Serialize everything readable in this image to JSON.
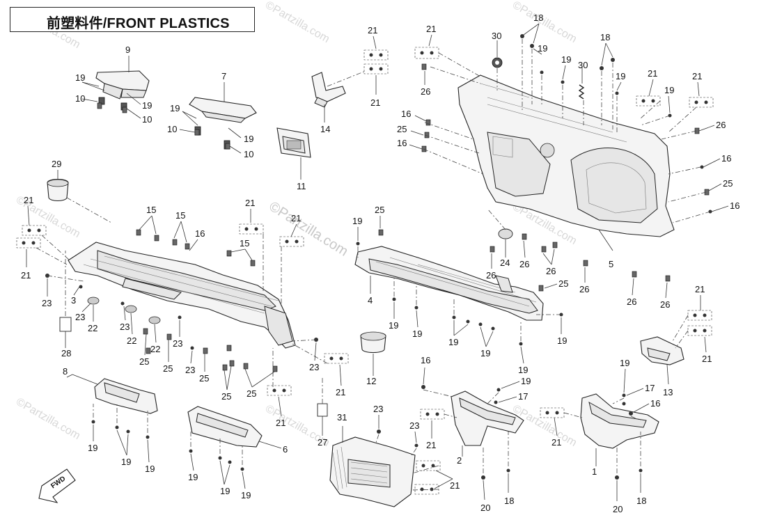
{
  "title": "前塑料件/FRONT PLASTICS",
  "watermark": "©Partzilla.com",
  "fwd_label": "FWD",
  "callouts": [
    {
      "id": "c9a",
      "text": "9"
    },
    {
      "id": "c19a",
      "text": "19"
    },
    {
      "id": "c19b",
      "text": "19"
    },
    {
      "id": "c10a",
      "text": "10"
    },
    {
      "id": "c10b",
      "text": "10"
    },
    {
      "id": "c7",
      "text": "7"
    },
    {
      "id": "c19c",
      "text": "19"
    },
    {
      "id": "c19d",
      "text": "19"
    },
    {
      "id": "c10c",
      "text": "10"
    },
    {
      "id": "c10d",
      "text": "10"
    },
    {
      "id": "c14",
      "text": "14"
    },
    {
      "id": "c21a",
      "text": "21"
    },
    {
      "id": "c21b",
      "text": "21"
    },
    {
      "id": "c11",
      "text": "11"
    },
    {
      "id": "c21c",
      "text": "21"
    },
    {
      "id": "c26a",
      "text": "26"
    },
    {
      "id": "c30a",
      "text": "30"
    },
    {
      "id": "c18a",
      "text": "18"
    },
    {
      "id": "c19e",
      "text": "19"
    },
    {
      "id": "c19f",
      "text": "19"
    },
    {
      "id": "c30b",
      "text": "30"
    },
    {
      "id": "c18b",
      "text": "18"
    },
    {
      "id": "c19g",
      "text": "19"
    },
    {
      "id": "c21d",
      "text": "21"
    },
    {
      "id": "c19h",
      "text": "19"
    },
    {
      "id": "c21e",
      "text": "21"
    },
    {
      "id": "c16a",
      "text": "16"
    },
    {
      "id": "c25a",
      "text": "25"
    },
    {
      "id": "c16b",
      "text": "16"
    },
    {
      "id": "c26b",
      "text": "26"
    },
    {
      "id": "c16c",
      "text": "16"
    },
    {
      "id": "c25b",
      "text": "25"
    },
    {
      "id": "c16d",
      "text": "16"
    },
    {
      "id": "c29",
      "text": "29"
    },
    {
      "id": "c21f",
      "text": "21"
    },
    {
      "id": "c21g",
      "text": "21"
    },
    {
      "id": "c15a",
      "text": "15"
    },
    {
      "id": "c15b",
      "text": "15"
    },
    {
      "id": "c16e",
      "text": "16"
    },
    {
      "id": "c21h",
      "text": "21"
    },
    {
      "id": "c15c",
      "text": "15"
    },
    {
      "id": "c21i",
      "text": "21"
    },
    {
      "id": "c25c",
      "text": "25"
    },
    {
      "id": "c19i",
      "text": "19"
    },
    {
      "id": "c23a",
      "text": "23"
    },
    {
      "id": "c3",
      "text": "3"
    },
    {
      "id": "c23b",
      "text": "23"
    },
    {
      "id": "c22a",
      "text": "22"
    },
    {
      "id": "c23c",
      "text": "23"
    },
    {
      "id": "c22b",
      "text": "22"
    },
    {
      "id": "c22c",
      "text": "22"
    },
    {
      "id": "c23d",
      "text": "23"
    },
    {
      "id": "c28",
      "text": "28"
    },
    {
      "id": "c25d",
      "text": "25"
    },
    {
      "id": "c25e",
      "text": "25"
    },
    {
      "id": "c23e",
      "text": "23"
    },
    {
      "id": "c25f",
      "text": "25"
    },
    {
      "id": "c25g",
      "text": "25"
    },
    {
      "id": "c25h",
      "text": "25"
    },
    {
      "id": "c4",
      "text": "4"
    },
    {
      "id": "c19j",
      "text": "19"
    },
    {
      "id": "c19k",
      "text": "19"
    },
    {
      "id": "c19l",
      "text": "19"
    },
    {
      "id": "c19m",
      "text": "19"
    },
    {
      "id": "c19n",
      "text": "19"
    },
    {
      "id": "c19o",
      "text": "19"
    },
    {
      "id": "c23f",
      "text": "23"
    },
    {
      "id": "c21j",
      "text": "21"
    },
    {
      "id": "c12",
      "text": "12"
    },
    {
      "id": "c24",
      "text": "24"
    },
    {
      "id": "c26c",
      "text": "26"
    },
    {
      "id": "c26d",
      "text": "26"
    },
    {
      "id": "c26e",
      "text": "26"
    },
    {
      "id": "c26f",
      "text": "26"
    },
    {
      "id": "c26g",
      "text": "26"
    },
    {
      "id": "c26h",
      "text": "26"
    },
    {
      "id": "c5",
      "text": "5"
    },
    {
      "id": "c25i",
      "text": "25"
    },
    {
      "id": "c21k",
      "text": "21"
    },
    {
      "id": "c21l",
      "text": "21"
    },
    {
      "id": "c13",
      "text": "13"
    },
    {
      "id": "c19p",
      "text": "19"
    },
    {
      "id": "c17a",
      "text": "17"
    },
    {
      "id": "c16f",
      "text": "16"
    },
    {
      "id": "c8",
      "text": "8"
    },
    {
      "id": "c19q",
      "text": "19"
    },
    {
      "id": "c19r",
      "text": "19"
    },
    {
      "id": "c19s",
      "text": "19"
    },
    {
      "id": "c6",
      "text": "6"
    },
    {
      "id": "c21m",
      "text": "21"
    },
    {
      "id": "c27",
      "text": "27"
    },
    {
      "id": "c19t",
      "text": "19"
    },
    {
      "id": "c19u",
      "text": "19"
    },
    {
      "id": "c19v",
      "text": "19"
    },
    {
      "id": "c31",
      "text": "31"
    },
    {
      "id": "c23g",
      "text": "23"
    },
    {
      "id": "c23h",
      "text": "23"
    },
    {
      "id": "c21n",
      "text": "21"
    },
    {
      "id": "c21o",
      "text": "21"
    },
    {
      "id": "c16g",
      "text": "16"
    },
    {
      "id": "c19w",
      "text": "19"
    },
    {
      "id": "c17b",
      "text": "17"
    },
    {
      "id": "c2",
      "text": "2"
    },
    {
      "id": "c20a",
      "text": "20"
    },
    {
      "id": "c18c",
      "text": "18"
    },
    {
      "id": "c21p",
      "text": "21"
    },
    {
      "id": "c1",
      "text": "1"
    },
    {
      "id": "c20b",
      "text": "20"
    },
    {
      "id": "c18d",
      "text": "18"
    }
  ]
}
